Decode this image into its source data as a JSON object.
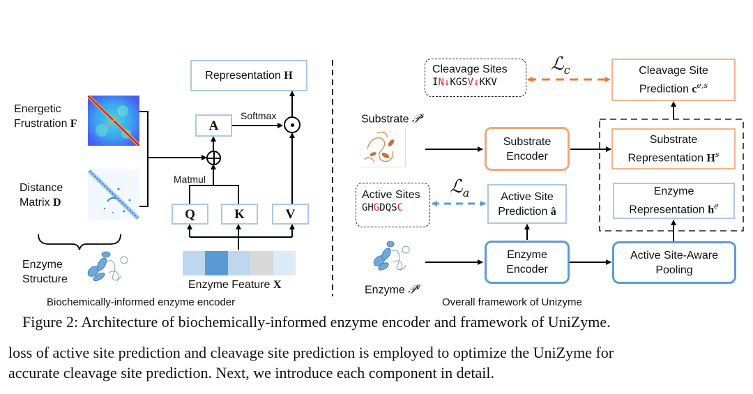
{
  "left_panel": {
    "energetic_label_line1": "Energetic",
    "energetic_label_line2": "Frustration",
    "energetic_symbol": "F",
    "distance_label_line1": "Distance",
    "distance_label_line2": "Matrix",
    "distance_symbol": "D",
    "structure_label_line1": "Enzyme",
    "structure_label_line2": "Structure",
    "representation_label": "Representation",
    "representation_symbol": "H",
    "attention_symbol": "A",
    "softmax_label": "Softmax",
    "matmul_label": "Matmul",
    "q_symbol": "Q",
    "k_symbol": "K",
    "v_symbol": "V",
    "feature_label": "Enzyme Feature",
    "feature_symbol": "X",
    "feature_colors": [
      "#bdd7ee",
      "#5b9bd5",
      "#bdd7ee",
      "#d9d9d9",
      "#ddebf7"
    ],
    "plus_op": "⊕",
    "hadamard_op": "⊙",
    "subtitle": "Biochemically-informed enzyme encoder"
  },
  "right_panel": {
    "cleavage_sites_title": "Cleavage Sites",
    "cleavage_seq": [
      {
        "t": "I",
        "red": false
      },
      {
        "t": "N",
        "red": true
      },
      {
        "t": "↓",
        "red": true
      },
      {
        "t": "KGS",
        "red": false
      },
      {
        "t": "V",
        "red": true
      },
      {
        "t": "↓",
        "red": true
      },
      {
        "t": "KKV",
        "red": false
      }
    ],
    "loss_c": "ℒ",
    "loss_c_sub": "c",
    "loss_a": "ℒ",
    "loss_a_sub": "a",
    "cleavage_pred_line1": "Cleavage Site",
    "cleavage_pred_line2": "Prediction",
    "cleavage_pred_symbol": "c",
    "cleavage_pred_sup": "e,s",
    "substrate_label": "Substrate",
    "substrate_symbol": "𝒫",
    "substrate_sup": "s",
    "substrate_encoder_line1": "Substrate",
    "substrate_encoder_line2": "Encoder",
    "substrate_repr_line1": "Substrate",
    "substrate_repr_line2": "Representation",
    "substrate_repr_symbol": "H",
    "substrate_repr_sup": "s",
    "active_sites_title": "Active Sites",
    "active_seq": [
      {
        "t": "GH",
        "red": false
      },
      {
        "t": "G",
        "red": true
      },
      {
        "t": "DQS",
        "red": false
      },
      {
        "t": "C",
        "red": true
      }
    ],
    "active_pred_line1": "Active Site",
    "active_pred_line2": "Prediction",
    "active_pred_symbol": "â",
    "enzyme_repr_line1": "Enzyme",
    "enzyme_repr_line2": "Representation",
    "enzyme_repr_symbol": "h",
    "enzyme_repr_sup": "e",
    "enzyme_encoder_line1": "Enzyme",
    "enzyme_encoder_line2": "Encoder",
    "pooling_line1": "Active Site-Aware",
    "pooling_line2": "Pooling",
    "enzyme_label": "Enzyme",
    "enzyme_symbol": "𝒫",
    "enzyme_sup": "e",
    "subtitle": "Overall framework of Unizyme"
  },
  "colors": {
    "blue_accent": "#5b9bd5",
    "light_blue_border": "#a9c9e8",
    "orange_accent": "#f0a877",
    "orange_arrow": "#ed7d31",
    "red_highlight": "#e8192c"
  },
  "figure_caption": "Figure 2: Architecture of biochemically-informed enzyme encoder and framework of UniZyme.",
  "body_line1": "loss of active site prediction and cleavage site prediction is employed to optimize the UniZyme for",
  "body_line2": "accurate cleavage site prediction. Next, we introduce each component in detail."
}
